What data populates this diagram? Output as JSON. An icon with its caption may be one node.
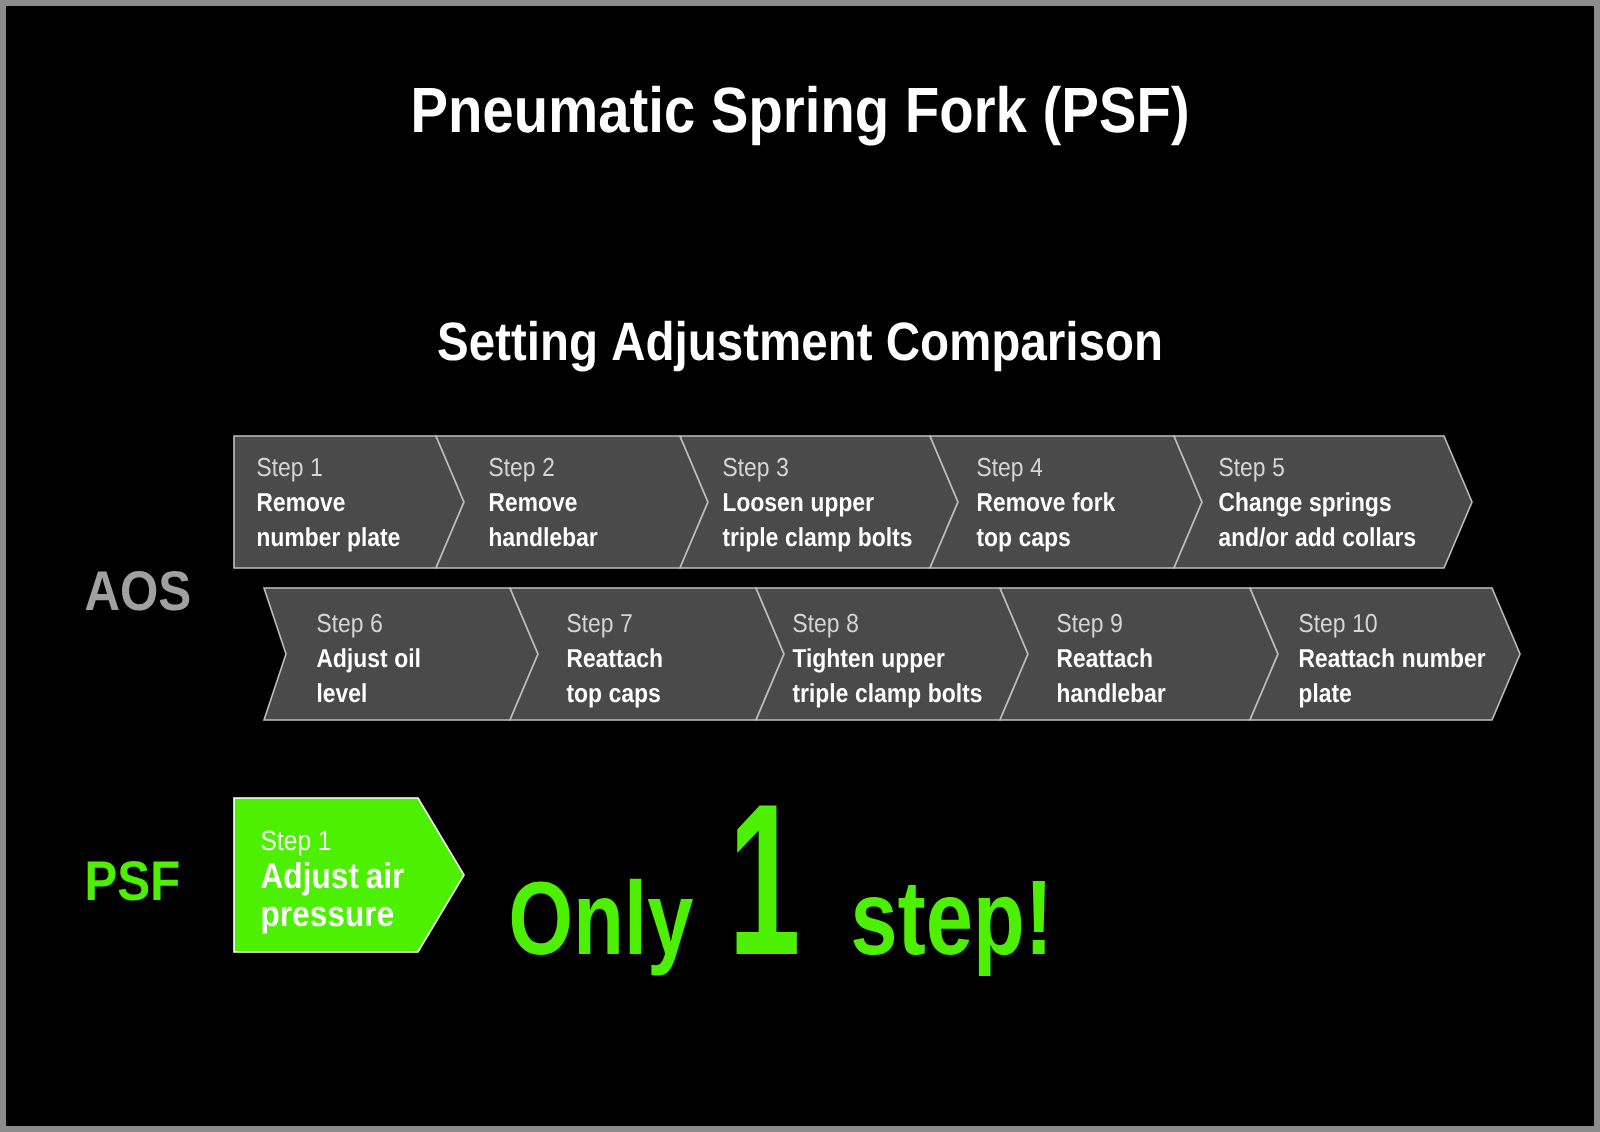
{
  "diagram": {
    "title": "Pneumatic Spring Fork (PSF)",
    "nodes": [
      {
        "text": [
          "Step 1",
          "Remove number plate"
        ]
      },
      {
        "text": [
          "Step 2",
          "Remove handlebar"
        ]
      },
      {
        "text": [
          "Step 3",
          "Loosen upper triple clamp bolts"
        ]
      },
      {
        "text": [
          "Step 4",
          "Remove fork top caps"
        ]
      },
      {
        "text": [
          "Step 5",
          "Change springs and/or add collars"
        ]
      },
      {
        "text": [
          "Step 6",
          "Adjust oil level"
        ]
      },
      {
        "text": [
          "Step 7",
          "Reattach top caps"
        ]
      },
      {
        "text": [
          "Step 8",
          "Tighten upper triple clamp bolts"
        ]
      },
      {
        "text": [
          "Step 9",
          "Reattach handlebar"
        ]
      },
      {
        "text": [
          "Step 10",
          "Reattach number plate"
        ]
      },
      {
        "text": [
          "Step 1",
          "Adjust air pressure"
        ]
      }
    ],
    "labels": [
      "Setting Adjustment Comparison",
      "AOS",
      "PSF",
      "Only",
      "1",
      "step!"
    ]
  }
}
